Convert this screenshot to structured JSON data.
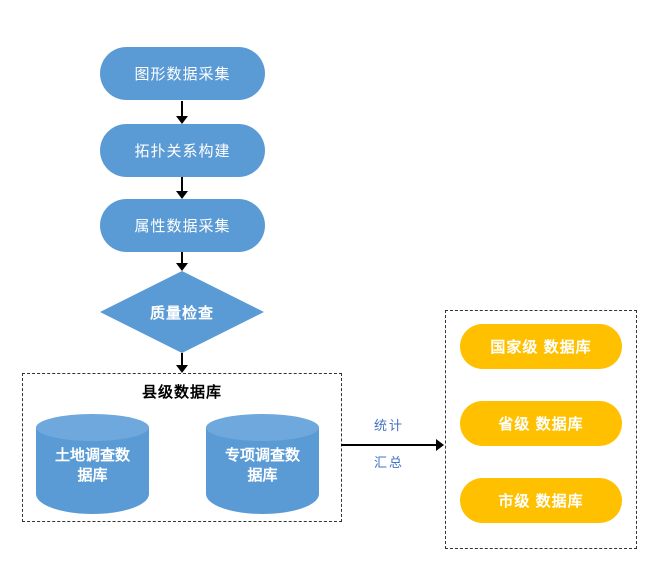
{
  "flow": {
    "steps": [
      {
        "label": "图形数据采集"
      },
      {
        "label": "拓扑关系构建"
      },
      {
        "label": "属性数据采集"
      }
    ],
    "decision": {
      "label": "质量检查"
    }
  },
  "county": {
    "title": "县级数据库",
    "databases": [
      {
        "label": "土地调查数据库"
      },
      {
        "label": "专项调查数据库"
      }
    ]
  },
  "transfer": {
    "line1": "统计",
    "line2": "汇总"
  },
  "levels": {
    "items": [
      {
        "label": "国家级 数据库"
      },
      {
        "label": "省级 数据库"
      },
      {
        "label": "市级 数据库"
      }
    ]
  },
  "colors": {
    "node_blue": "#5B9BD5",
    "pill_orange": "#FFC000",
    "transfer_text": "#4472C4",
    "arrow": "#000000"
  }
}
